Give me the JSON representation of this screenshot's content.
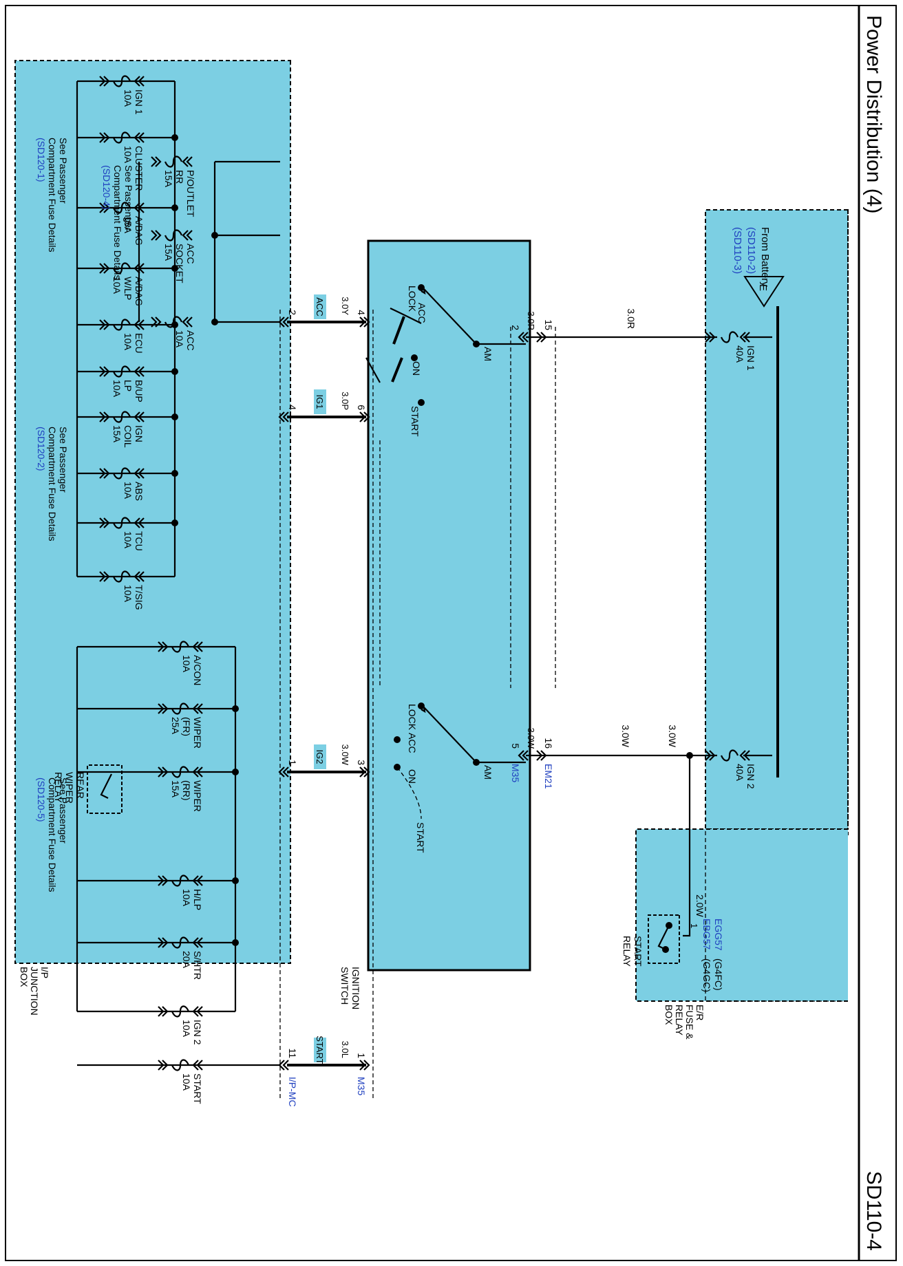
{
  "title": "Power Distribution (4)",
  "page_code": "SD110-4",
  "ep_box": {
    "label_lines": [
      "E/R",
      "FUSE &",
      "RELAY",
      "BOX"
    ],
    "battery_lines": [
      "From Battery",
      "(SD110-2)",
      "(SD110-3)"
    ],
    "battery_marker": "E",
    "fuses": [
      {
        "lines": [
          "IGN 1",
          "40A"
        ]
      },
      {
        "lines": [
          "IGN 2",
          "40A"
        ]
      }
    ],
    "relay_lines": [
      "START",
      "RELAY"
    ],
    "relay_conn_a": "EBG57",
    "relay_conn_a_note": "(G4GC)",
    "relay_conn_b": "EGG57",
    "relay_conn_b_note": "(G4FC)",
    "relay_pin": "1"
  },
  "wires": {
    "ign1_out": "3.0R",
    "ign2_out1": "3.0W",
    "ign2_out2": "3.0W",
    "relay_wire": "2.0W",
    "to_sw_am1": "3.0R",
    "to_sw_am2": "3.0W",
    "acc": "3.0Y",
    "ig1": "3.0P",
    "ig2": "3.0W",
    "start": "3.0L"
  },
  "pins": {
    "em21_upper": "15",
    "em21_lower": "16",
    "m35_am1": "2",
    "m35_am2": "5",
    "m35_acc": "4",
    "m35_ig1": "6",
    "m35_ig2": "3",
    "m35_start": "1",
    "ipmc_acc": "2",
    "ipmc_ig1": "4",
    "ipmc_ig2": "1",
    "ipmc_start": "11"
  },
  "connectors": {
    "em21": "EM21",
    "m35": "M35",
    "m35_b": "M35",
    "ipmc": "I/P-MC"
  },
  "ignition_switch": {
    "label_lines": [
      "IGNITION",
      "SWITCH"
    ],
    "pos_lock": "LOCK",
    "pos_acc": "ACC",
    "pos_on": "ON",
    "pos_start": "START",
    "pos_am": "AM",
    "pos_lock_2": "LOCK",
    "pos_acc_2": "ACC",
    "pos_on_2": "ON",
    "pos_start_2": "START",
    "pos_am_2": "AM"
  },
  "circuit_tags": {
    "acc": "ACC",
    "ig1": "IG1",
    "ig2": "IG2",
    "start": "START"
  },
  "ip_box": {
    "label_lines": [
      "I/P",
      "JUNCTION",
      "BOX"
    ],
    "acc_fuses": [
      {
        "lines": [
          "P/OUTLET",
          "RR",
          "15A"
        ]
      },
      {
        "lines": [
          "ACC",
          "SOCKET",
          "15A"
        ]
      },
      {
        "lines": [
          "ACC",
          "10A"
        ]
      }
    ],
    "ig1_fuses": [
      {
        "lines": [
          "IGN 1",
          "10A"
        ]
      },
      {
        "lines": [
          "CLUSTER",
          "10A"
        ]
      },
      {
        "lines": [
          "A/BAG",
          "15A"
        ]
      },
      {
        "lines": [
          "A/BAG",
          "W/LP",
          "10A"
        ]
      },
      {
        "lines": [
          "ECU",
          "10A"
        ]
      },
      {
        "lines": [
          "B/UP",
          "LP",
          "10A"
        ]
      },
      {
        "lines": [
          "IGN",
          "COIL",
          "15A"
        ]
      },
      {
        "lines": [
          "ABS",
          "10A"
        ]
      },
      {
        "lines": [
          "TCU",
          "10A"
        ]
      },
      {
        "lines": [
          "T/SIG",
          "10A"
        ]
      }
    ],
    "ig2_fuses": [
      {
        "lines": [
          "A/CON",
          "10A"
        ]
      },
      {
        "lines": [
          "WIPER",
          "(FR)",
          "25A"
        ]
      },
      {
        "lines": [
          "WIPER",
          "(RR)",
          "15A"
        ]
      },
      {
        "lines": [
          "H/LP",
          "10A"
        ]
      },
      {
        "lines": [
          "S/HTR",
          "20A"
        ]
      },
      {
        "lines": [
          "IGN 2",
          "10A"
        ]
      }
    ],
    "start_fuse": {
      "lines": [
        "START",
        "10A"
      ]
    },
    "rear_wiper_relay": [
      "REAR",
      "WIPER",
      "RELAY"
    ],
    "see_notes": [
      {
        "lines": [
          "See Passenger",
          "Compartment Fuse Details"
        ],
        "ref": "(SD120-4)"
      },
      {
        "lines": [
          "See Passenger",
          "Compartment Fuse Details"
        ],
        "ref": "(SD120-1)"
      },
      {
        "lines": [
          "See Passenger",
          "Compartment Fuse Details"
        ],
        "ref": "(SD120-2)"
      },
      {
        "lines": [
          "See Passenger",
          "Compartment Fuse Details"
        ],
        "ref": "(SD120-5)"
      }
    ]
  }
}
